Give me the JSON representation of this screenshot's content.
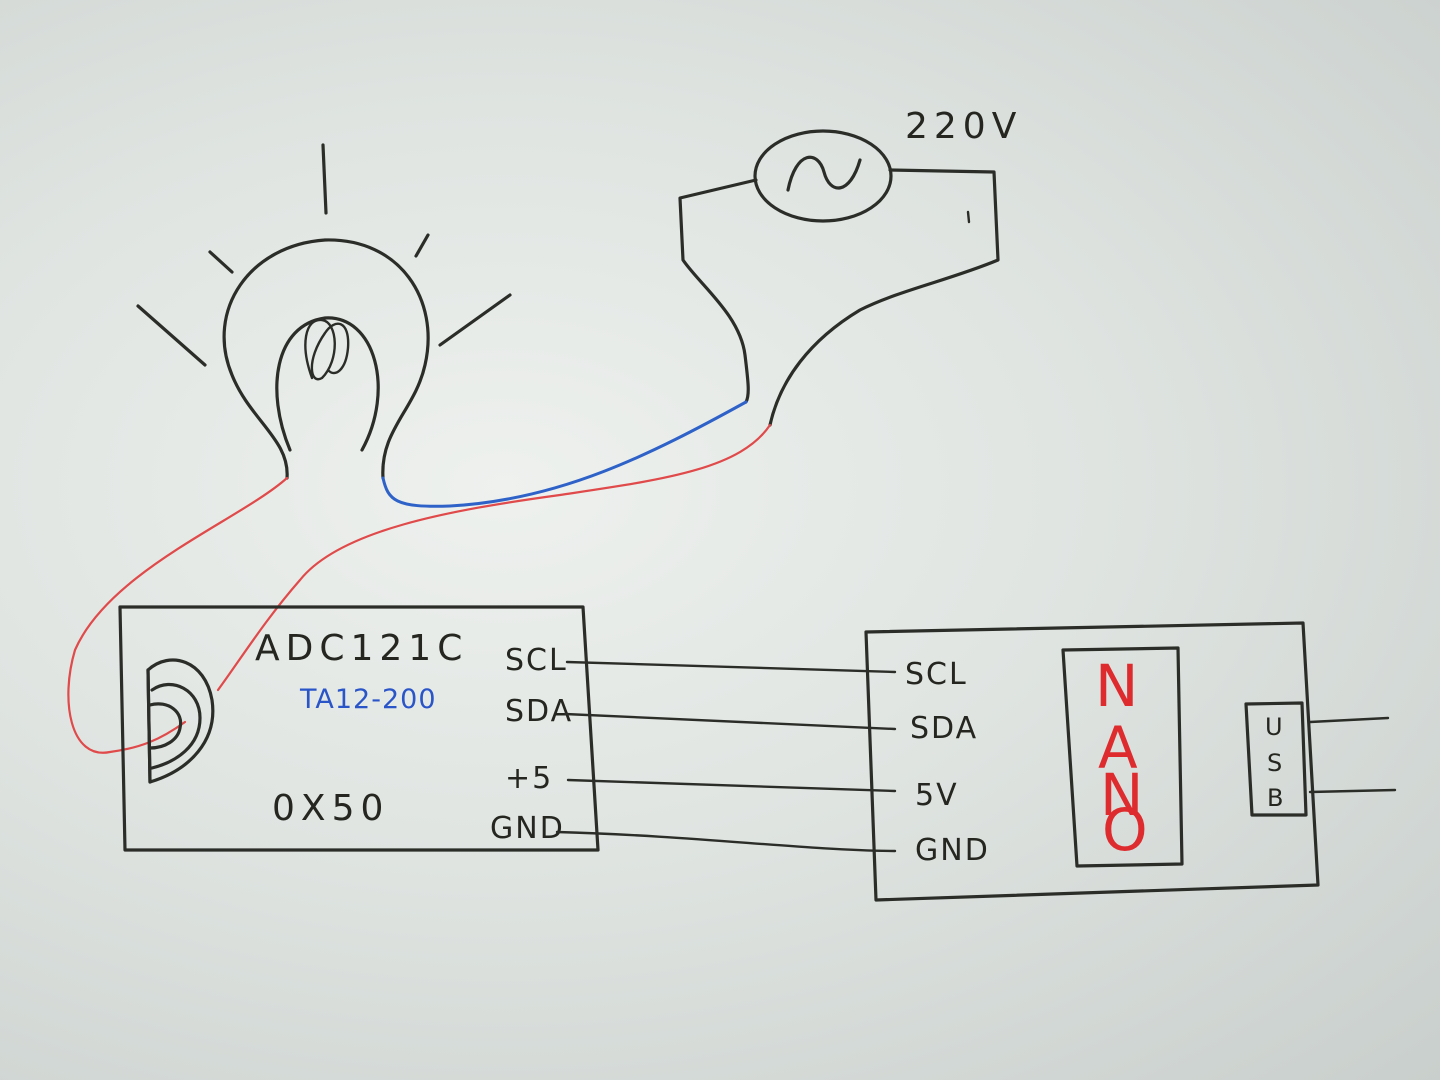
{
  "lamp": {
    "icon": "light-bulb-icon"
  },
  "ac_source": {
    "icon": "ac-sine-icon",
    "label": "220V"
  },
  "adc_board": {
    "name": "ADC121C",
    "sensor": "TA12-200",
    "address": "0X50",
    "pins": [
      "SCL",
      "SDA",
      "+5",
      "GND"
    ]
  },
  "nano_board": {
    "pins": [
      "SCL",
      "SDA",
      "5V",
      "GND"
    ],
    "chip_letters": [
      "N",
      "A",
      "N",
      "O"
    ],
    "usb_letters": [
      "U",
      "S",
      "B"
    ]
  },
  "colors": {
    "ink": "#2b2d28",
    "wire_blue": "#2f62c8",
    "wire_red": "#e04a4a",
    "nano_text": "#de2b2e",
    "sensor_text": "#2a55c9"
  }
}
